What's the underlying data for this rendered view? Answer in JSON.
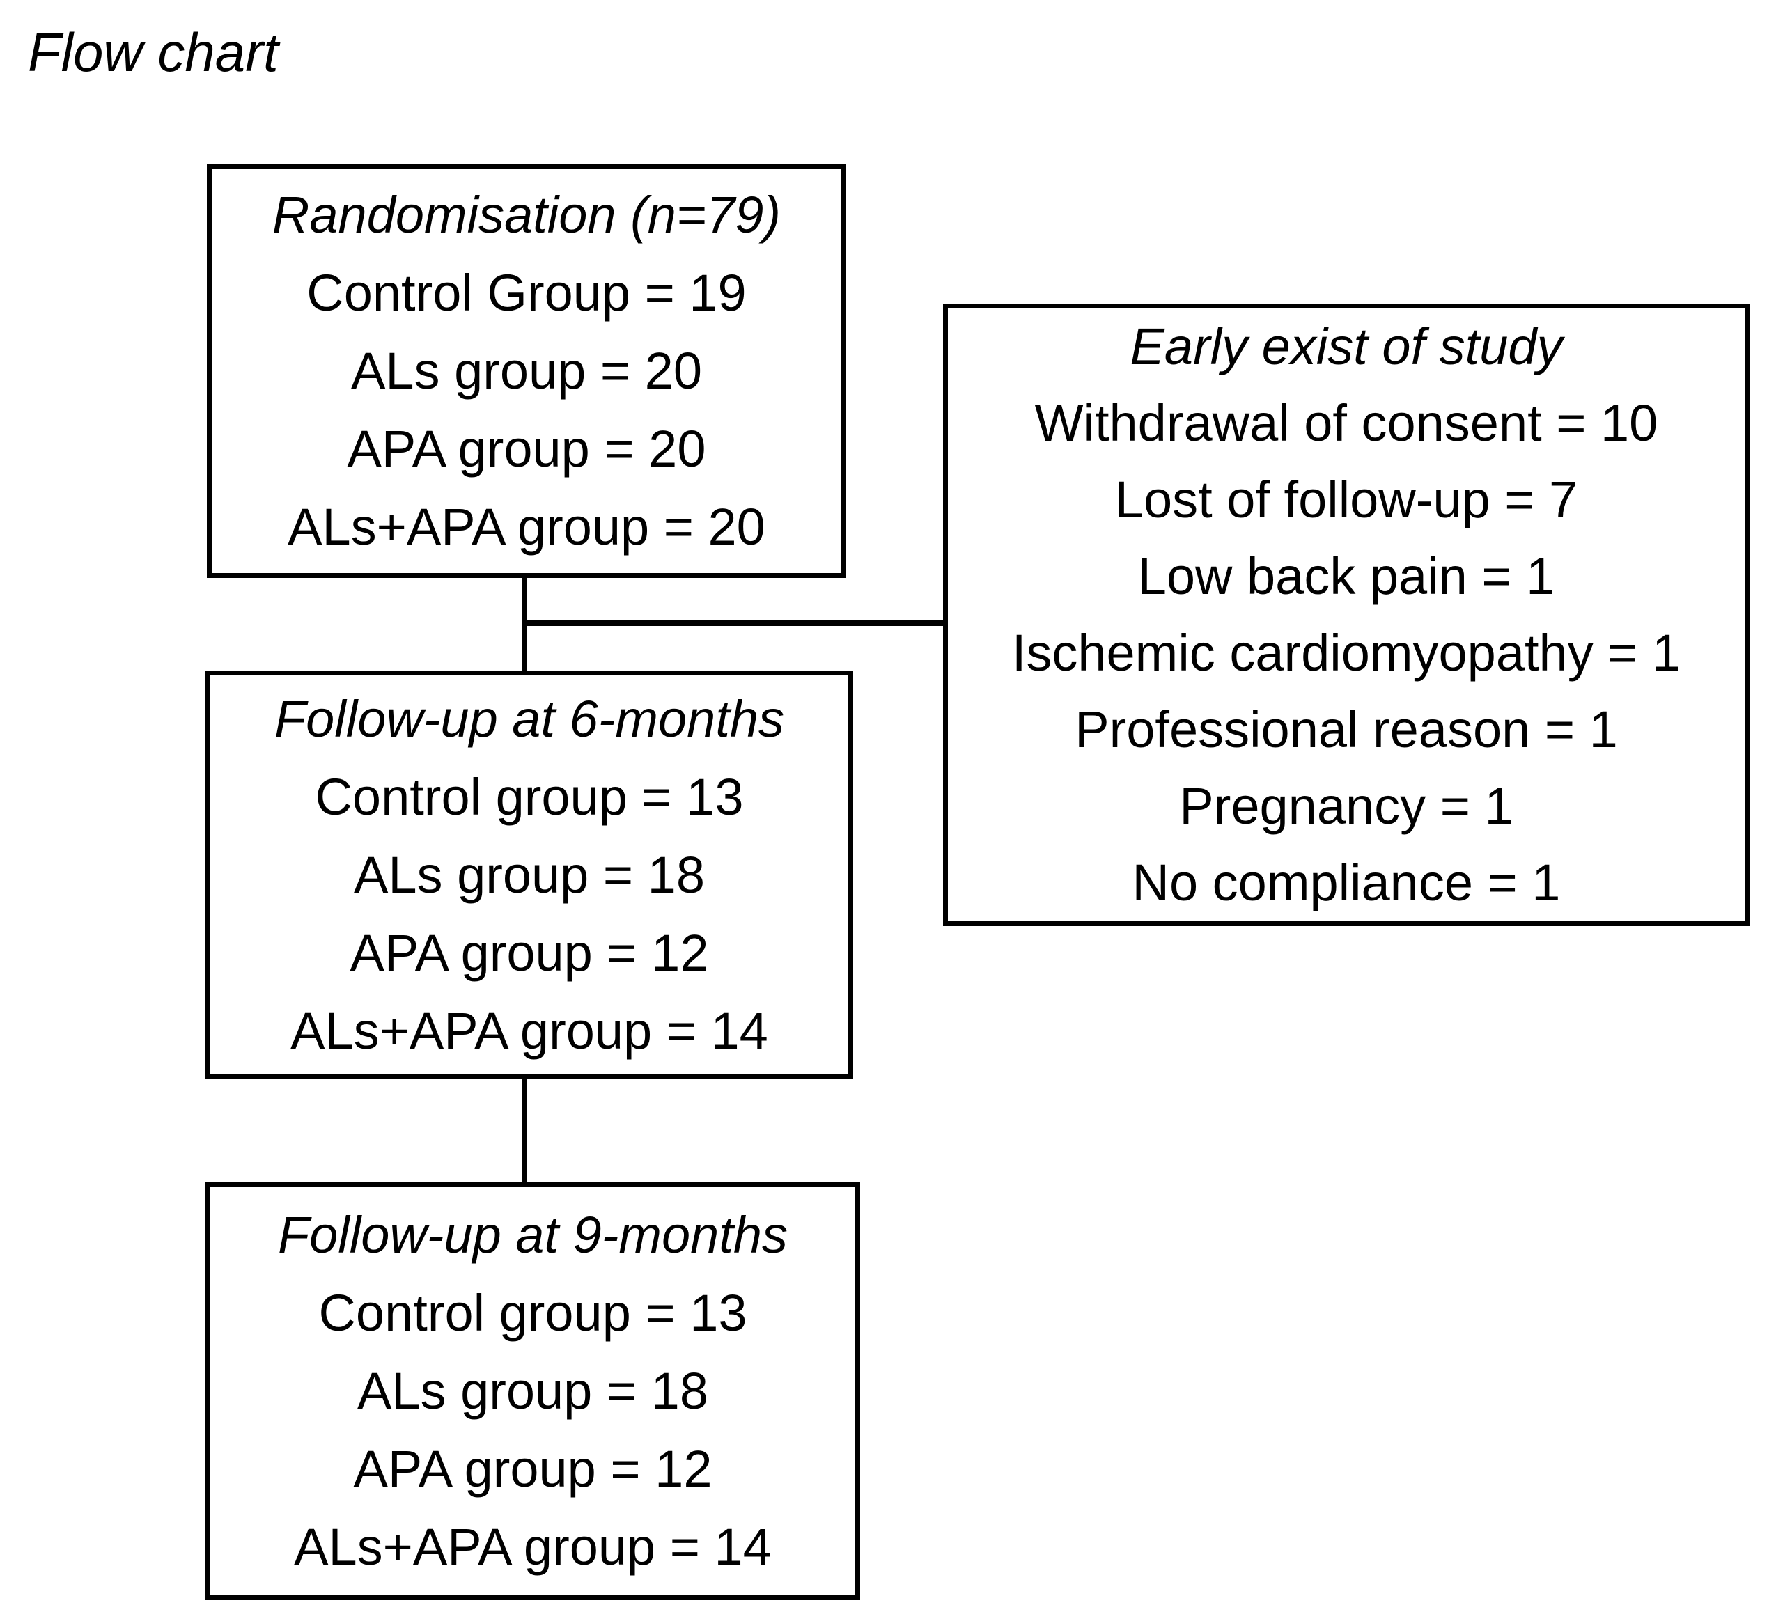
{
  "title": "Flow chart",
  "boxes": {
    "randomisation": {
      "header": "Randomisation (n=79)",
      "lines": [
        "Control Group = 19",
        "ALs group = 20",
        "APA group = 20",
        "ALs+APA group = 20"
      ]
    },
    "early_exit": {
      "header": "Early exist of study",
      "lines": [
        "Withdrawal of consent = 10",
        "Lost of follow-up = 7",
        "Low back pain = 1",
        "Ischemic cardiomyopathy = 1",
        "Professional reason = 1",
        "Pregnancy = 1",
        "No compliance = 1"
      ]
    },
    "followup_6m": {
      "header": "Follow-up at 6-months",
      "lines": [
        "Control group = 13",
        "ALs group = 18",
        "APA group = 12",
        "ALs+APA group = 14"
      ]
    },
    "followup_9m": {
      "header": "Follow-up at 9-months",
      "lines": [
        "Control group = 13",
        "ALs group = 18",
        "APA group = 12",
        "ALs+APA group = 14"
      ]
    }
  },
  "colors": {
    "ink": "#000000",
    "paper": "#ffffff"
  }
}
